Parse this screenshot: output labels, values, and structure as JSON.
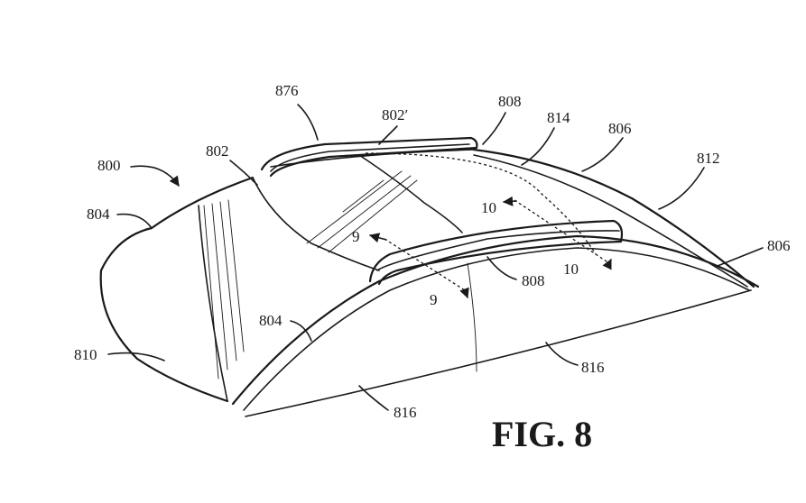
{
  "figure": {
    "caption": "FIG. 8",
    "labels": {
      "r800": "800",
      "r876": "876",
      "r802p": "802′",
      "r802": "802",
      "r808_top": "808",
      "r814": "814",
      "r806_top": "806",
      "r812": "812",
      "r806_right": "806",
      "r804_left": "804",
      "r804_mid": "804",
      "r810": "810",
      "r808_mid": "808",
      "r816_right": "816",
      "r816_bottom": "816",
      "s9_top": "9",
      "s9_bottom": "9",
      "s10_top": "10",
      "s10_bottom": "10"
    }
  }
}
